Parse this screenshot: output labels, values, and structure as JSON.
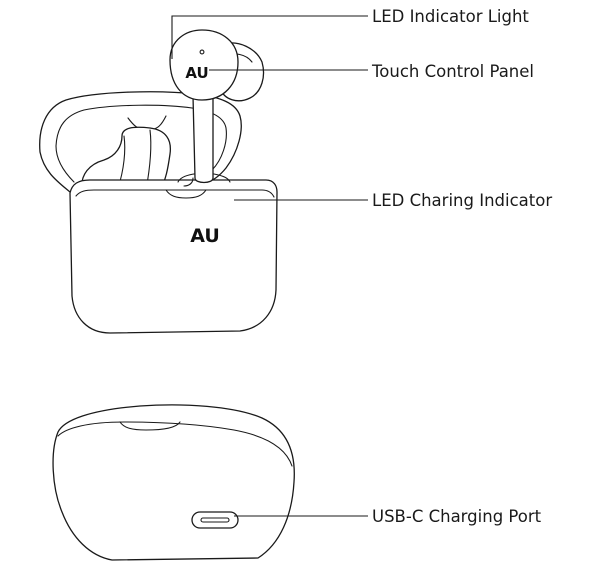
{
  "labels": {
    "led_indicator_light": "LED Indicator Light",
    "touch_control_panel": "Touch Control Panel",
    "led_charging_indicator": "LED Charing Indicator",
    "usb_c_charging_port": "USB-C Charging Port"
  },
  "brand_logo": "AU",
  "colors": {
    "line": "#1a1a1a",
    "background": "#ffffff"
  }
}
